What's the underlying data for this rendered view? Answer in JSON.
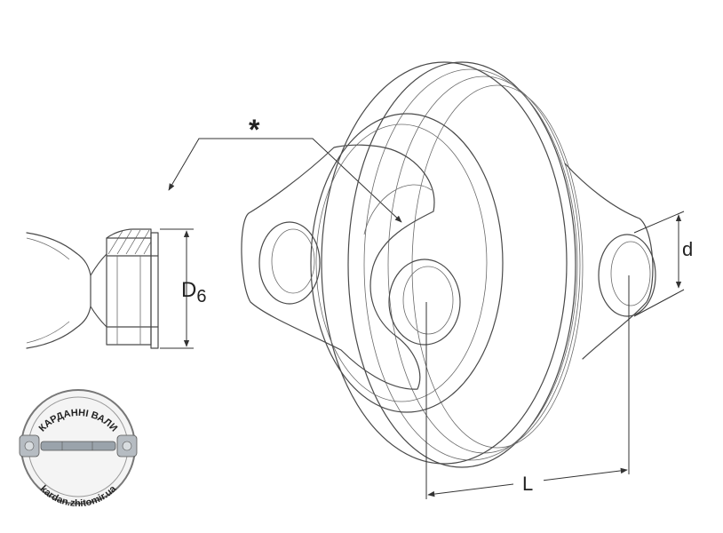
{
  "labels": {
    "asterisk": "*",
    "diameter_letter": "D",
    "diameter_sub": "6",
    "bolt_hole": "d",
    "length": "L"
  },
  "logo": {
    "top_text": "КАРДАННІ ВАЛИ",
    "bottom_text": "kardan.zhitomir.ua"
  }
}
